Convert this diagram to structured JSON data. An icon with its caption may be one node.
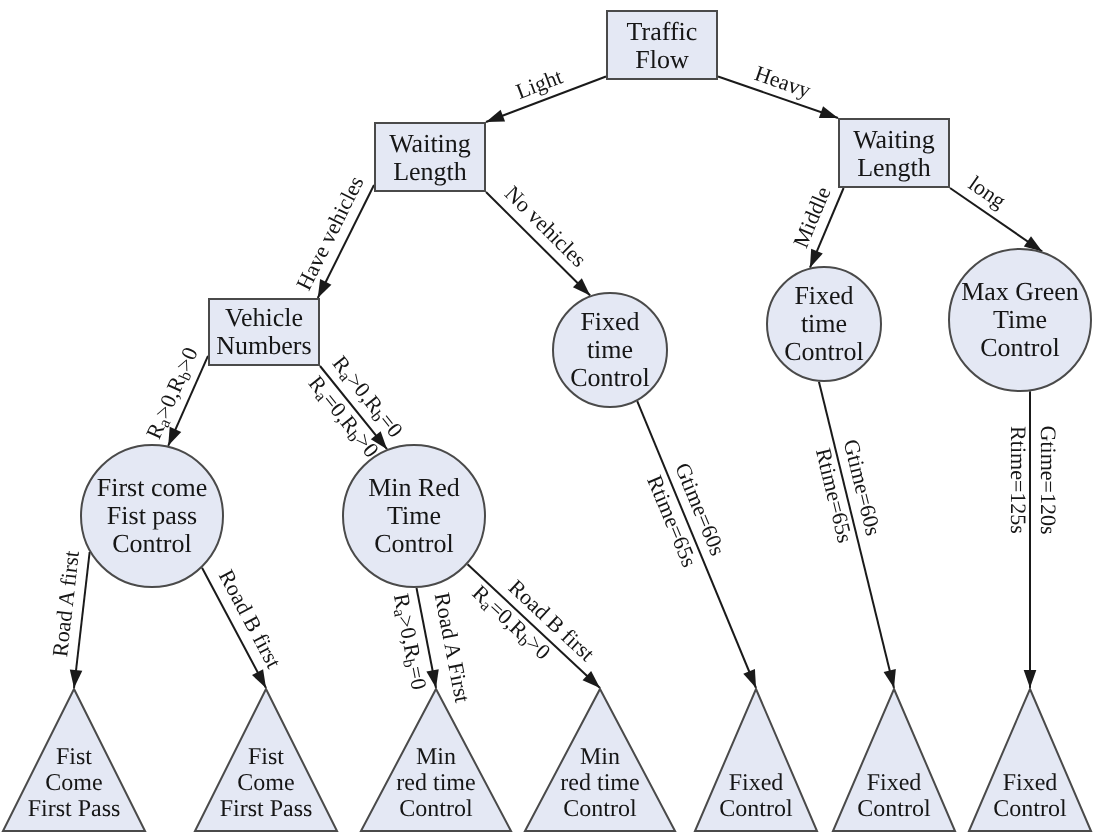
{
  "diagram": {
    "nodes": [
      {
        "text": [
          "Traffic Flow"
        ]
      },
      {
        "text": [
          "Waiting Length"
        ]
      },
      {
        "text": [
          "Waiting Length"
        ]
      },
      {
        "text": [
          "Vehicle Numbers"
        ]
      },
      {
        "text": [
          "Fixed time Control"
        ]
      },
      {
        "text": [
          "Fixed time Control"
        ]
      },
      {
        "text": [
          "Max Green Time Control"
        ]
      },
      {
        "text": [
          "First come Fist pass Control"
        ]
      },
      {
        "text": [
          "Min Red Time Control"
        ]
      },
      {
        "text": [
          "Fist Come First Pass"
        ]
      },
      {
        "text": [
          "Fist Come First Pass"
        ]
      },
      {
        "text": [
          "Min red time Control"
        ]
      },
      {
        "text": [
          "Min red time Control"
        ]
      },
      {
        "text": [
          "Fixed Control"
        ]
      },
      {
        "text": [
          "Fixed Control"
        ]
      },
      {
        "text": [
          "Fixed Control"
        ]
      }
    ],
    "edges": [
      {
        "from": 0,
        "to": 1,
        "arrow": "to",
        "label": "Light"
      },
      {
        "from": 0,
        "to": 2,
        "arrow": "to",
        "label": "Heavy"
      },
      {
        "from": 1,
        "to": 3,
        "arrow": "to",
        "label": "Have vehicles"
      },
      {
        "from": 1,
        "to": 4,
        "arrow": "to",
        "label": "No vehicles"
      },
      {
        "from": 2,
        "to": 5,
        "arrow": "to",
        "label": "Middle"
      },
      {
        "from": 2,
        "to": 6,
        "arrow": "to",
        "label": "long"
      },
      {
        "from": 3,
        "to": 7,
        "arrow": "to",
        "label": "R$_{a}$>0,R$_{b}$>0"
      },
      {
        "from": 3,
        "to": 8,
        "arrow": "to",
        "label": "R$_{a}$>0,R$_{b}$=0"
      },
      {
        "from": 4,
        "to": 13,
        "arrow": "to",
        "label": "Gtime=60s"
      },
      {
        "from": 5,
        "to": 14,
        "arrow": "to",
        "label": "Gtime=60s"
      },
      {
        "from": 6,
        "to": 15,
        "arrow": "to",
        "label": "Gtime=120s"
      },
      {
        "from": 7,
        "to": 9,
        "arrow": "to",
        "label": "Road A first"
      },
      {
        "from": 7,
        "to": 10,
        "arrow": "to",
        "label": "Road B first"
      },
      {
        "from": 8,
        "to": 11,
        "arrow": "to",
        "label": "Road A First"
      },
      {
        "from": 8,
        "to": 12,
        "arrow": "to",
        "label": "Road B first"
      }
    ],
    "labels": [
      "R$_{a}$=0,R$_{b}$>0",
      "Rtime=65s",
      "Rtime=65s",
      "Rtime=125s",
      "R$_{a}$>0,R$_{b}$=0",
      "R$_{a}$=0,R$_{b}$>0"
    ]
  }
}
